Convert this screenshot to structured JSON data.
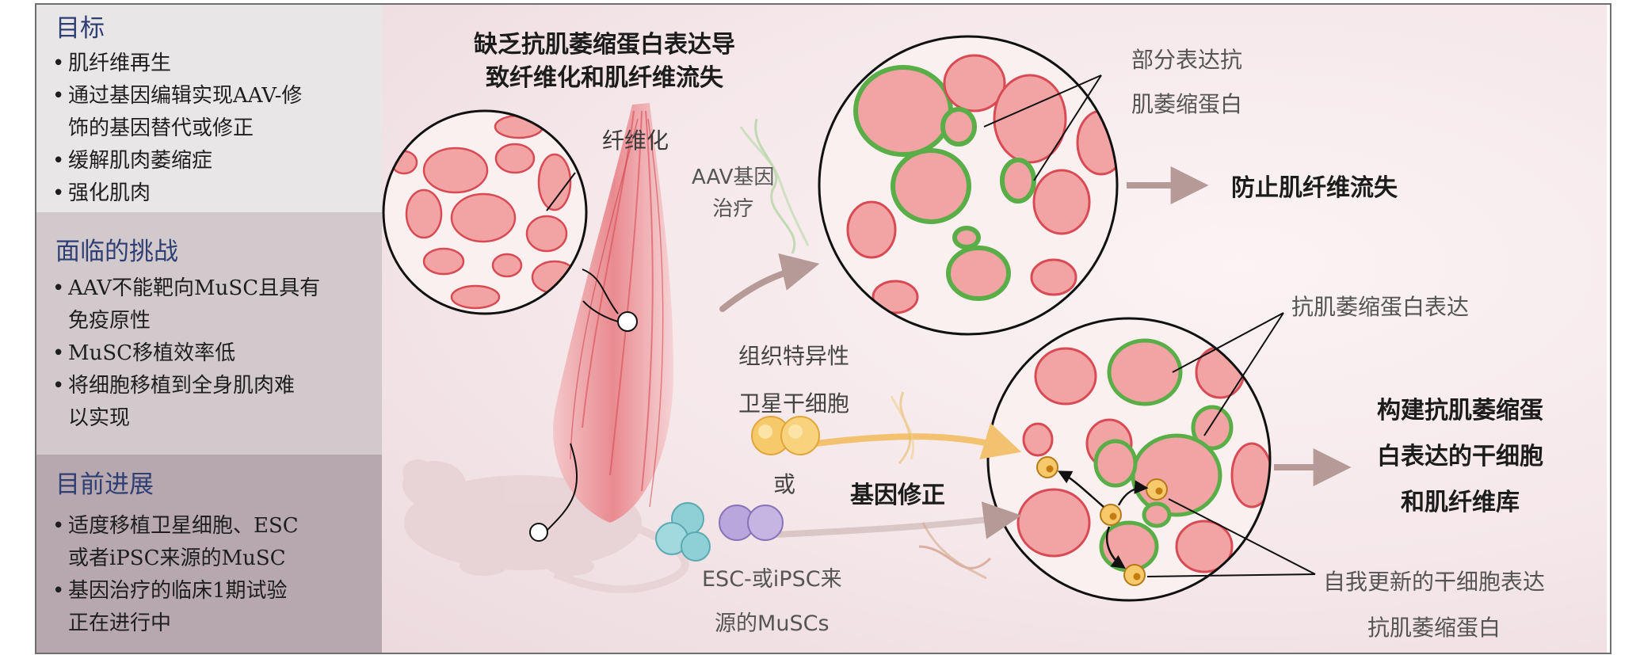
{
  "left_panel": {
    "goals": {
      "title": "目标",
      "items": [
        {
          "line1": "肌纤维再生",
          "line2": ""
        },
        {
          "line1": "通过基因编辑实现AAV-修",
          "line2": "饰的基因替代或修正"
        },
        {
          "line1": "缓解肌肉萎缩症",
          "line2": ""
        },
        {
          "line1": "强化肌肉",
          "line2": ""
        }
      ]
    },
    "challenges": {
      "title": "面临的挑战",
      "items": [
        {
          "line1": "AAV不能靶向MuSC且具有",
          "line2": "免疫原性"
        },
        {
          "line1": "MuSC移植效率低",
          "line2": ""
        },
        {
          "line1": "将细胞移植到全身肌肉难",
          "line2": "以实现"
        }
      ]
    },
    "progress": {
      "title": "目前进展",
      "items": [
        {
          "line1": "适度移植卫星细胞、ESC",
          "line2": "或者iPSC来源的MuSC"
        },
        {
          "line1": "基因治疗的临床1期试验",
          "line2": "正在进行中"
        }
      ]
    }
  },
  "diagram": {
    "top_title_line1": "缺乏抗肌萎缩蛋白表达导",
    "top_title_line2": "致纤维化和肌纤维流失",
    "fibrosis": "纤维化",
    "aav_line1": "AAV基因",
    "aav_line2": "治疗",
    "partial_line1": "部分表达抗",
    "partial_line2": "肌萎缩蛋白",
    "prevent": "防止肌纤维流失",
    "tissue_line1": "组织特异性",
    "tissue_line2": "卫星干细胞",
    "or": "或",
    "gene_correction": "基因修正",
    "esc_line1": "ESC-或iPSC来",
    "esc_line2": "源的MuSCs",
    "dystrophin_expr": "抗肌萎缩蛋白表达",
    "library_line1": "构建抗肌萎缩蛋",
    "library_line2": "白表达的干细胞",
    "library_line3": "和肌纤维库",
    "selfrenew_line1": "自我更新的干细胞表达",
    "selfrenew_line2": "抗肌萎缩蛋白"
  },
  "colors": {
    "heading": "#2f3f73",
    "fiber_fill": "#f2a3a3",
    "fiber_edge": "#d84b55",
    "dystrophin_green": "#5aae47",
    "arrow": "#b59a98",
    "gold_arrow": "#f3c270",
    "satellite_cell": "#f6c96a",
    "esc_cell": "#8fd0d6",
    "ipsc_cell": "#b9a6dc"
  }
}
